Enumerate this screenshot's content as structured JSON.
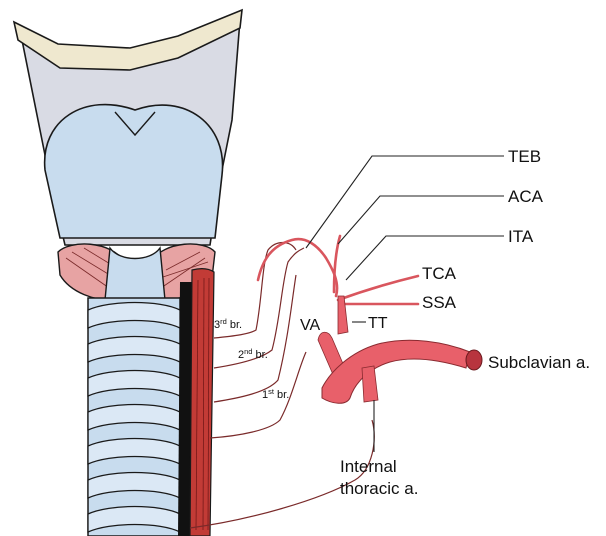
{
  "labels": {
    "teb": "TEB",
    "aca": "ACA",
    "ita": "ITA",
    "tca": "TCA",
    "ssa": "SSA",
    "va": "VA",
    "tt": "TT",
    "subclavian": "Subclavian a.",
    "internal_line1": "Internal",
    "internal_line2": "thoracic a.",
    "br3_num": "3",
    "br3_sup": "rd",
    "br3_rest": " br.",
    "br2_num": "2",
    "br2_sup": "nd",
    "br2_rest": " br.",
    "br1_num": "1",
    "br1_sup": "st",
    "br1_rest": " br."
  },
  "colors": {
    "artery": "#e8606a",
    "artery_dark": "#b8343e",
    "thyroid_cartilage": "#c9d6ea",
    "cricoid": "#bcd4ea",
    "epiglottis": "#efe6cc",
    "muscle": "#e7a3a3",
    "esophagus": "#c23b36"
  }
}
